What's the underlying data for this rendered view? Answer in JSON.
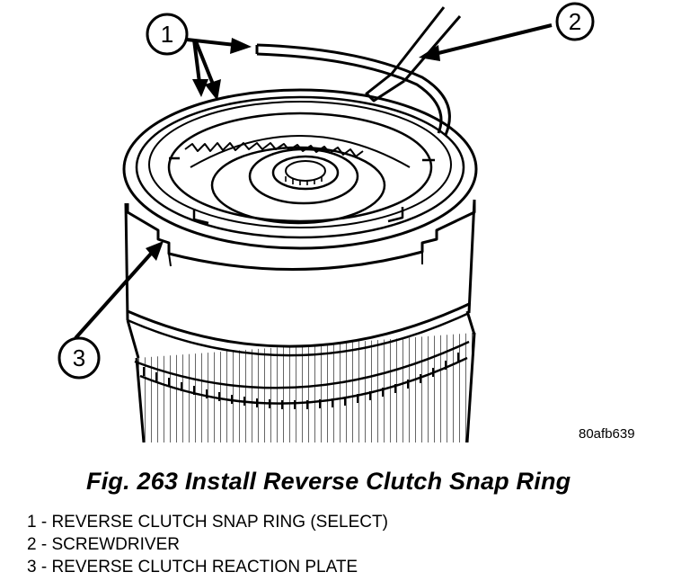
{
  "figure_code": "80afb639",
  "callouts": [
    "1",
    "2",
    "3"
  ],
  "caption": "Fig. 263 Install Reverse Clutch Snap Ring",
  "legend": [
    "1 - REVERSE CLUTCH SNAP RING (SELECT)",
    "2 - SCREWDRIVER",
    "3 - REVERSE CLUTCH REACTION PLATE"
  ]
}
